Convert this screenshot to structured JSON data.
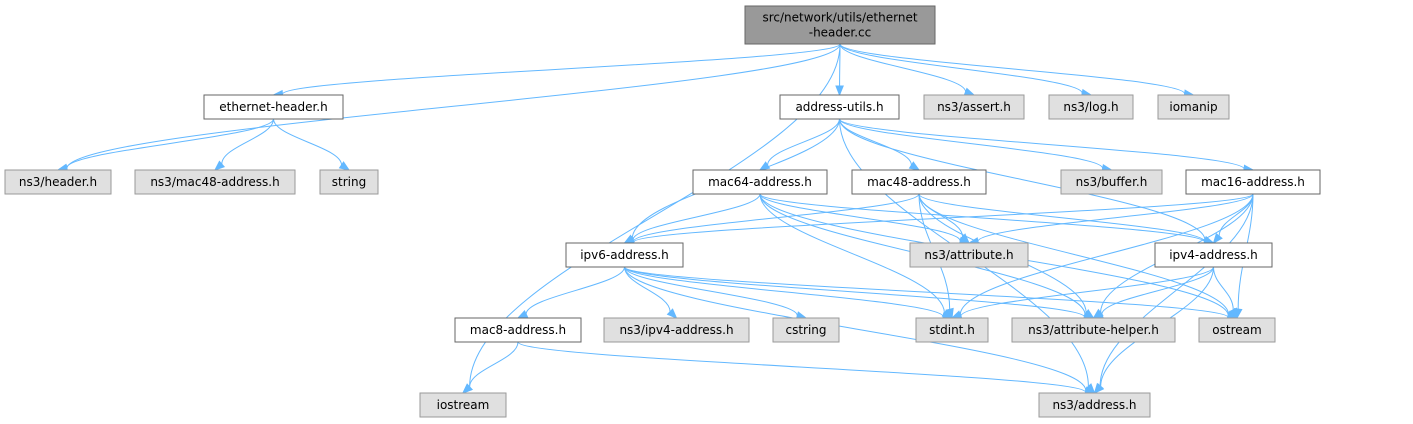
{
  "colors": {
    "root_fill": "#999999",
    "root_stroke": "#666666",
    "local_fill": "#ffffff",
    "local_stroke": "#666666",
    "external_fill": "#e0e0e0",
    "external_stroke": "#999999",
    "edge": "#63b8ff"
  },
  "nodes": [
    {
      "id": "root",
      "label": "src/network/utils/ethernet\n-header.cc",
      "kind": "root"
    },
    {
      "id": "ethernet_header_h",
      "label": "ethernet-header.h",
      "kind": "local"
    },
    {
      "id": "iostream",
      "label": "iostream",
      "kind": "external"
    },
    {
      "id": "address_utils_h",
      "label": "address-utils.h",
      "kind": "local"
    },
    {
      "id": "ns3_assert_h",
      "label": "ns3/assert.h",
      "kind": "external"
    },
    {
      "id": "ns3_log_h",
      "label": "ns3/log.h",
      "kind": "external"
    },
    {
      "id": "iomanip",
      "label": "iomanip",
      "kind": "external"
    },
    {
      "id": "ns3_header_h",
      "label": "ns3/header.h",
      "kind": "external"
    },
    {
      "id": "ns3_mac48_address_h",
      "label": "ns3/mac48-address.h",
      "kind": "external"
    },
    {
      "id": "string",
      "label": "string",
      "kind": "external"
    },
    {
      "id": "mac64_address_h",
      "label": "mac64-address.h",
      "kind": "local"
    },
    {
      "id": "mac48_address_h",
      "label": "mac48-address.h",
      "kind": "local"
    },
    {
      "id": "ns3_buffer_h",
      "label": "ns3/buffer.h",
      "kind": "external"
    },
    {
      "id": "mac16_address_h",
      "label": "mac16-address.h",
      "kind": "local"
    },
    {
      "id": "ipv6_address_h",
      "label": "ipv6-address.h",
      "kind": "local"
    },
    {
      "id": "ns3_attribute_h",
      "label": "ns3/attribute.h",
      "kind": "external"
    },
    {
      "id": "ipv4_address_h",
      "label": "ipv4-address.h",
      "kind": "local"
    },
    {
      "id": "mac8_address_h",
      "label": "mac8-address.h",
      "kind": "local"
    },
    {
      "id": "ns3_ipv4_address_h",
      "label": "ns3/ipv4-address.h",
      "kind": "external"
    },
    {
      "id": "cstring",
      "label": "cstring",
      "kind": "external"
    },
    {
      "id": "stdint_h",
      "label": "stdint.h",
      "kind": "external"
    },
    {
      "id": "ns3_attribute_helper_h",
      "label": "ns3/attribute-helper.h",
      "kind": "external"
    },
    {
      "id": "ostream",
      "label": "ostream",
      "kind": "external"
    },
    {
      "id": "ns3_address_h",
      "label": "ns3/address.h",
      "kind": "external"
    }
  ],
  "edges": [
    [
      "root",
      "ethernet_header_h"
    ],
    [
      "root",
      "ns3_header_h"
    ],
    [
      "root",
      "iostream"
    ],
    [
      "root",
      "address_utils_h"
    ],
    [
      "root",
      "ns3_assert_h"
    ],
    [
      "root",
      "ns3_log_h"
    ],
    [
      "root",
      "iomanip"
    ],
    [
      "ethernet_header_h",
      "ns3_header_h"
    ],
    [
      "ethernet_header_h",
      "ns3_mac48_address_h"
    ],
    [
      "ethernet_header_h",
      "string"
    ],
    [
      "address_utils_h",
      "mac64_address_h"
    ],
    [
      "address_utils_h",
      "mac48_address_h"
    ],
    [
      "address_utils_h",
      "ns3_buffer_h"
    ],
    [
      "address_utils_h",
      "mac16_address_h"
    ],
    [
      "address_utils_h",
      "ipv6_address_h"
    ],
    [
      "address_utils_h",
      "ipv4_address_h"
    ],
    [
      "address_utils_h",
      "ns3_address_h"
    ],
    [
      "mac64_address_h",
      "ipv6_address_h"
    ],
    [
      "mac64_address_h",
      "ns3_attribute_h"
    ],
    [
      "mac64_address_h",
      "ipv4_address_h"
    ],
    [
      "mac64_address_h",
      "stdint_h"
    ],
    [
      "mac64_address_h",
      "ns3_attribute_helper_h"
    ],
    [
      "mac64_address_h",
      "ostream"
    ],
    [
      "mac48_address_h",
      "ipv6_address_h"
    ],
    [
      "mac48_address_h",
      "ns3_attribute_h"
    ],
    [
      "mac48_address_h",
      "ipv4_address_h"
    ],
    [
      "mac48_address_h",
      "stdint_h"
    ],
    [
      "mac48_address_h",
      "ns3_attribute_helper_h"
    ],
    [
      "mac48_address_h",
      "ostream"
    ],
    [
      "mac16_address_h",
      "ipv6_address_h"
    ],
    [
      "mac16_address_h",
      "ns3_attribute_h"
    ],
    [
      "mac16_address_h",
      "ipv4_address_h"
    ],
    [
      "mac16_address_h",
      "stdint_h"
    ],
    [
      "mac16_address_h",
      "ns3_attribute_helper_h"
    ],
    [
      "mac16_address_h",
      "ostream"
    ],
    [
      "mac16_address_h",
      "ns3_address_h"
    ],
    [
      "ipv6_address_h",
      "mac8_address_h"
    ],
    [
      "ipv6_address_h",
      "ns3_ipv4_address_h"
    ],
    [
      "ipv6_address_h",
      "cstring"
    ],
    [
      "ipv6_address_h",
      "stdint_h"
    ],
    [
      "ipv6_address_h",
      "ns3_attribute_helper_h"
    ],
    [
      "ipv6_address_h",
      "ostream"
    ],
    [
      "ipv6_address_h",
      "ns3_address_h"
    ],
    [
      "ipv4_address_h",
      "stdint_h"
    ],
    [
      "ipv4_address_h",
      "ns3_attribute_helper_h"
    ],
    [
      "ipv4_address_h",
      "ostream"
    ],
    [
      "ipv4_address_h",
      "ns3_address_h"
    ],
    [
      "mac8_address_h",
      "iostream"
    ],
    [
      "mac8_address_h",
      "ns3_address_h"
    ]
  ]
}
